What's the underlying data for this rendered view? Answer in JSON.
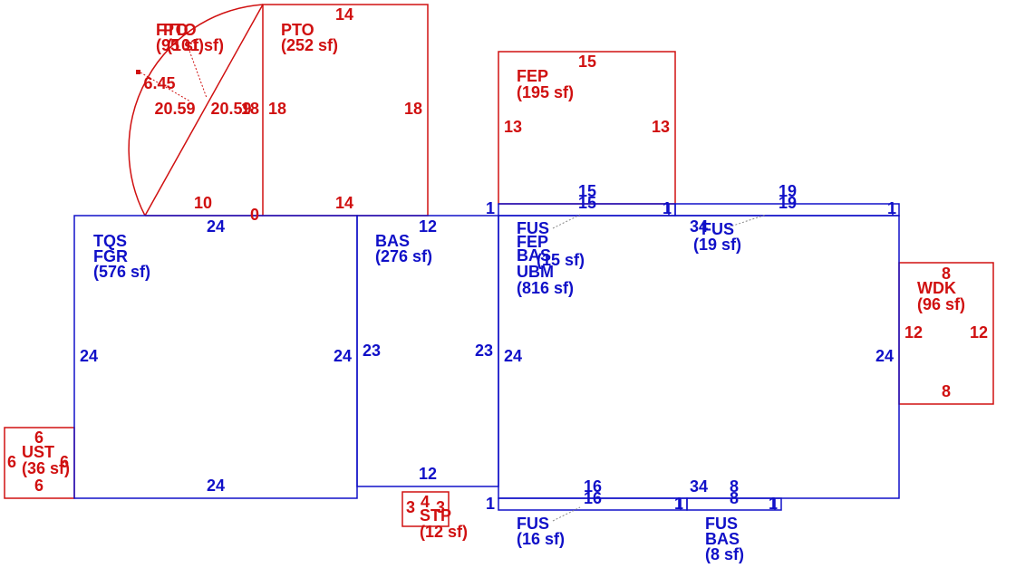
{
  "colors": {
    "existing": "#d01010",
    "main": "#1010c8",
    "leader": "#888888"
  },
  "areas": {
    "tqs": {
      "name1": "TQS",
      "name2": "FGR",
      "area": "(576 sf)"
    },
    "bas": {
      "name1": "BAS",
      "area": "(276 sf)"
    },
    "ubm": {
      "name1": "FUS",
      "name2": "FEP",
      "name3": "BAS",
      "name4": "UBM",
      "area": "(15 sf)",
      "area2": "(816 sf)"
    },
    "fus19": {
      "name1": "FUS",
      "area": "(19 sf)"
    },
    "fus16": {
      "name1": "FUS",
      "area": "(16 sf)"
    },
    "fus8": {
      "name1": "FUS",
      "name2": "BAS",
      "area": "(8 sf)"
    },
    "pto252": {
      "name1": "PTO",
      "area": "(252 sf)"
    },
    "pto_arc": {
      "name1": "FTO",
      "name2": "PTO",
      "area1": "(95 sf)",
      "area2": "(101 sf)"
    },
    "fep": {
      "name1": "FEP",
      "area": "(195 sf)"
    },
    "wdk": {
      "name1": "WDK",
      "area": "(96 sf)"
    },
    "ust": {
      "name1": "UST",
      "area": "(36 sf)"
    },
    "stp": {
      "name1": "STP",
      "area": "(12 sf)"
    }
  },
  "dimensions": {
    "tqs_top": "24",
    "tqs_left": "24",
    "tqs_right": "24",
    "tqs_bottom": "24",
    "bas_top": "12",
    "bas_bottom": "12",
    "bas_left": "23",
    "bas_right": "23",
    "ubm_left": "24",
    "ubm_right": "24",
    "ubm_top_left": "15",
    "ubm_top_right": "34",
    "ubm_bottom_left": "16",
    "ubm_bottom_mid": "34",
    "ubm_bottom_right": "8",
    "one_a": "1",
    "one_b": "1",
    "one_c": "1",
    "one_d": "1",
    "one_e": "1",
    "one_f": "1",
    "strip15_top": "15",
    "strip15_bot": "15",
    "strip19_top": "19",
    "strip19_bot": "19",
    "strip16_top": "16",
    "strip16_bot": "16",
    "strip8_top": "8",
    "strip8_bot": "8",
    "pto_top": "14",
    "pto_bottom": "14",
    "pto_left": "18",
    "pto_right": "18",
    "arc_base": "10",
    "arc_zero": "0",
    "arc_radius": "6.45",
    "arc_diag_a": "20.59",
    "arc_diag_b": "20.59",
    "arc_eighteen": "18",
    "fep_top": "15",
    "fep_left": "13",
    "fep_right": "13",
    "wdk_top": "8",
    "wdk_bottom": "8",
    "wdk_left": "12",
    "wdk_right": "12",
    "ust_top": "6",
    "ust_bottom": "6",
    "ust_left": "6",
    "ust_right": "6",
    "stp_top": "4",
    "stp_left": "3",
    "stp_right": "3"
  }
}
